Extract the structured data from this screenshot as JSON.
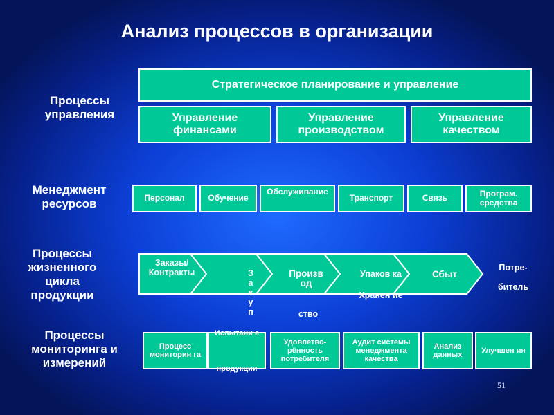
{
  "title": "Анализ процессов в организации",
  "labels": {
    "management": "Процессы управления",
    "resources": "Менеджмент ресурсов",
    "lifecycle": "Процессы жизненного цикла продукции",
    "monitoring": "Процессы мониторинга и измерений"
  },
  "management": {
    "strategic": "Стратегическое планирование и управление",
    "finance": "Управление финансами",
    "production": "Управление производством",
    "quality": "Управление качеством"
  },
  "resources": [
    "Персонал",
    "Обучение",
    "Обслуживание",
    "Транспорт",
    "Связь",
    "Програм. средства"
  ],
  "lifecycle": {
    "orders": "Заказы/ Контракты",
    "purchase": "З а к у п",
    "production_a": "Произв од",
    "production_b": "ство",
    "packing": "Упаков ка",
    "storage": "Хранен ие",
    "sales": "Сбыт",
    "consumer": "Потре- битель"
  },
  "monitoring": [
    "Процесс мониторин га",
    "Испытани е",
    "продукции",
    "Удовлетво- рённость потребителя",
    "Аудит системы менеджмента качества",
    "Анализ данных",
    "Улучшен ия"
  ],
  "page_number": "51"
}
